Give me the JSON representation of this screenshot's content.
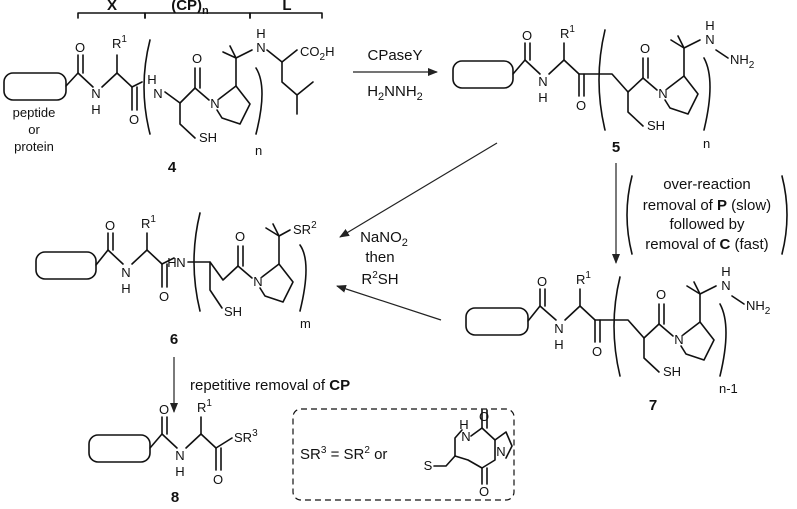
{
  "compound_4": {
    "headers": {
      "x": "X",
      "cp": "(CP)",
      "cp_sub": "n",
      "l": "L"
    },
    "r1": "R",
    "r1_sup": "1",
    "nh1": "N",
    "h1": "H",
    "nh2": "N",
    "h2": "H",
    "o1": "O",
    "o2": "O",
    "o3": "O",
    "n_pro": "N",
    "sh": "SH",
    "nh3": "N",
    "h3": "H",
    "co2h": "CO",
    "co2h_sub": "2",
    "co2h_tail": "H",
    "repeat_n": "n",
    "peptide_label": [
      "peptide",
      "or",
      "protein"
    ],
    "label": "4"
  },
  "step_1": {
    "reagent_top": "CPaseY",
    "reagent_bottom_a": "H",
    "reagent_bottom_sub1": "2",
    "reagent_bottom_b": "NNH",
    "reagent_bottom_sub2": "2"
  },
  "compound_5": {
    "r1": "R",
    "r1_sup": "1",
    "nh": "N",
    "h": "H",
    "o1": "O",
    "o2": "O",
    "o3": "O",
    "n_pro": "N",
    "sh": "SH",
    "hyd_n": "N",
    "hyd_h": "H",
    "hyd_nh2": "NH",
    "hyd_sub": "2",
    "repeat_n": "n",
    "label": "5"
  },
  "step_overreaction": {
    "line1": "over-reaction",
    "line2a": "removal of ",
    "line2b": "P",
    "line2c": " (slow)",
    "line3": "followed by",
    "line4a": "removal of ",
    "line4b": "C",
    "line4c": " (fast)"
  },
  "compound_7": {
    "r1": "R",
    "r1_sup": "1",
    "nh": "N",
    "h": "H",
    "o1": "O",
    "o2": "O",
    "o3": "O",
    "n_pro": "N",
    "sh": "SH",
    "hyd_n": "N",
    "hyd_h": "H",
    "hyd_nh2": "NH",
    "hyd_sub": "2",
    "repeat_n": "n-1",
    "label": "7"
  },
  "step_thioester": {
    "line1a": "NaNO",
    "line1_sub": "2",
    "line2": "then",
    "line3a": "R",
    "line3_sup": "2",
    "line3b": "SH"
  },
  "compound_6": {
    "r1": "R",
    "r1_sup": "1",
    "nh1": "N",
    "h1": "H",
    "nh2": "N",
    "h2": "H",
    "o1": "O",
    "o2": "O",
    "o3": "O",
    "n_pro": "N",
    "sh": "SH",
    "sr2": "SR",
    "sr2_sup": "2",
    "repeat_m": "m",
    "label": "6"
  },
  "step_repetitive": {
    "text_a": "repetitive removal of ",
    "text_b": "CP"
  },
  "compound_8": {
    "r1": "R",
    "r1_sup": "1",
    "nh": "N",
    "h": "H",
    "o1": "O",
    "o2": "O",
    "sr3": "SR",
    "sr3_sup": "3",
    "label": "8"
  },
  "definition_box": {
    "lhs": "SR",
    "lhs_sup": "3",
    "eq": " = SR",
    "rhs_sup": "2",
    "or": " or",
    "s_atom": "S",
    "dkp_h": "H",
    "dkp_n1": "N",
    "dkp_n2": "N",
    "dkp_o1": "O",
    "dkp_o2": "O"
  }
}
